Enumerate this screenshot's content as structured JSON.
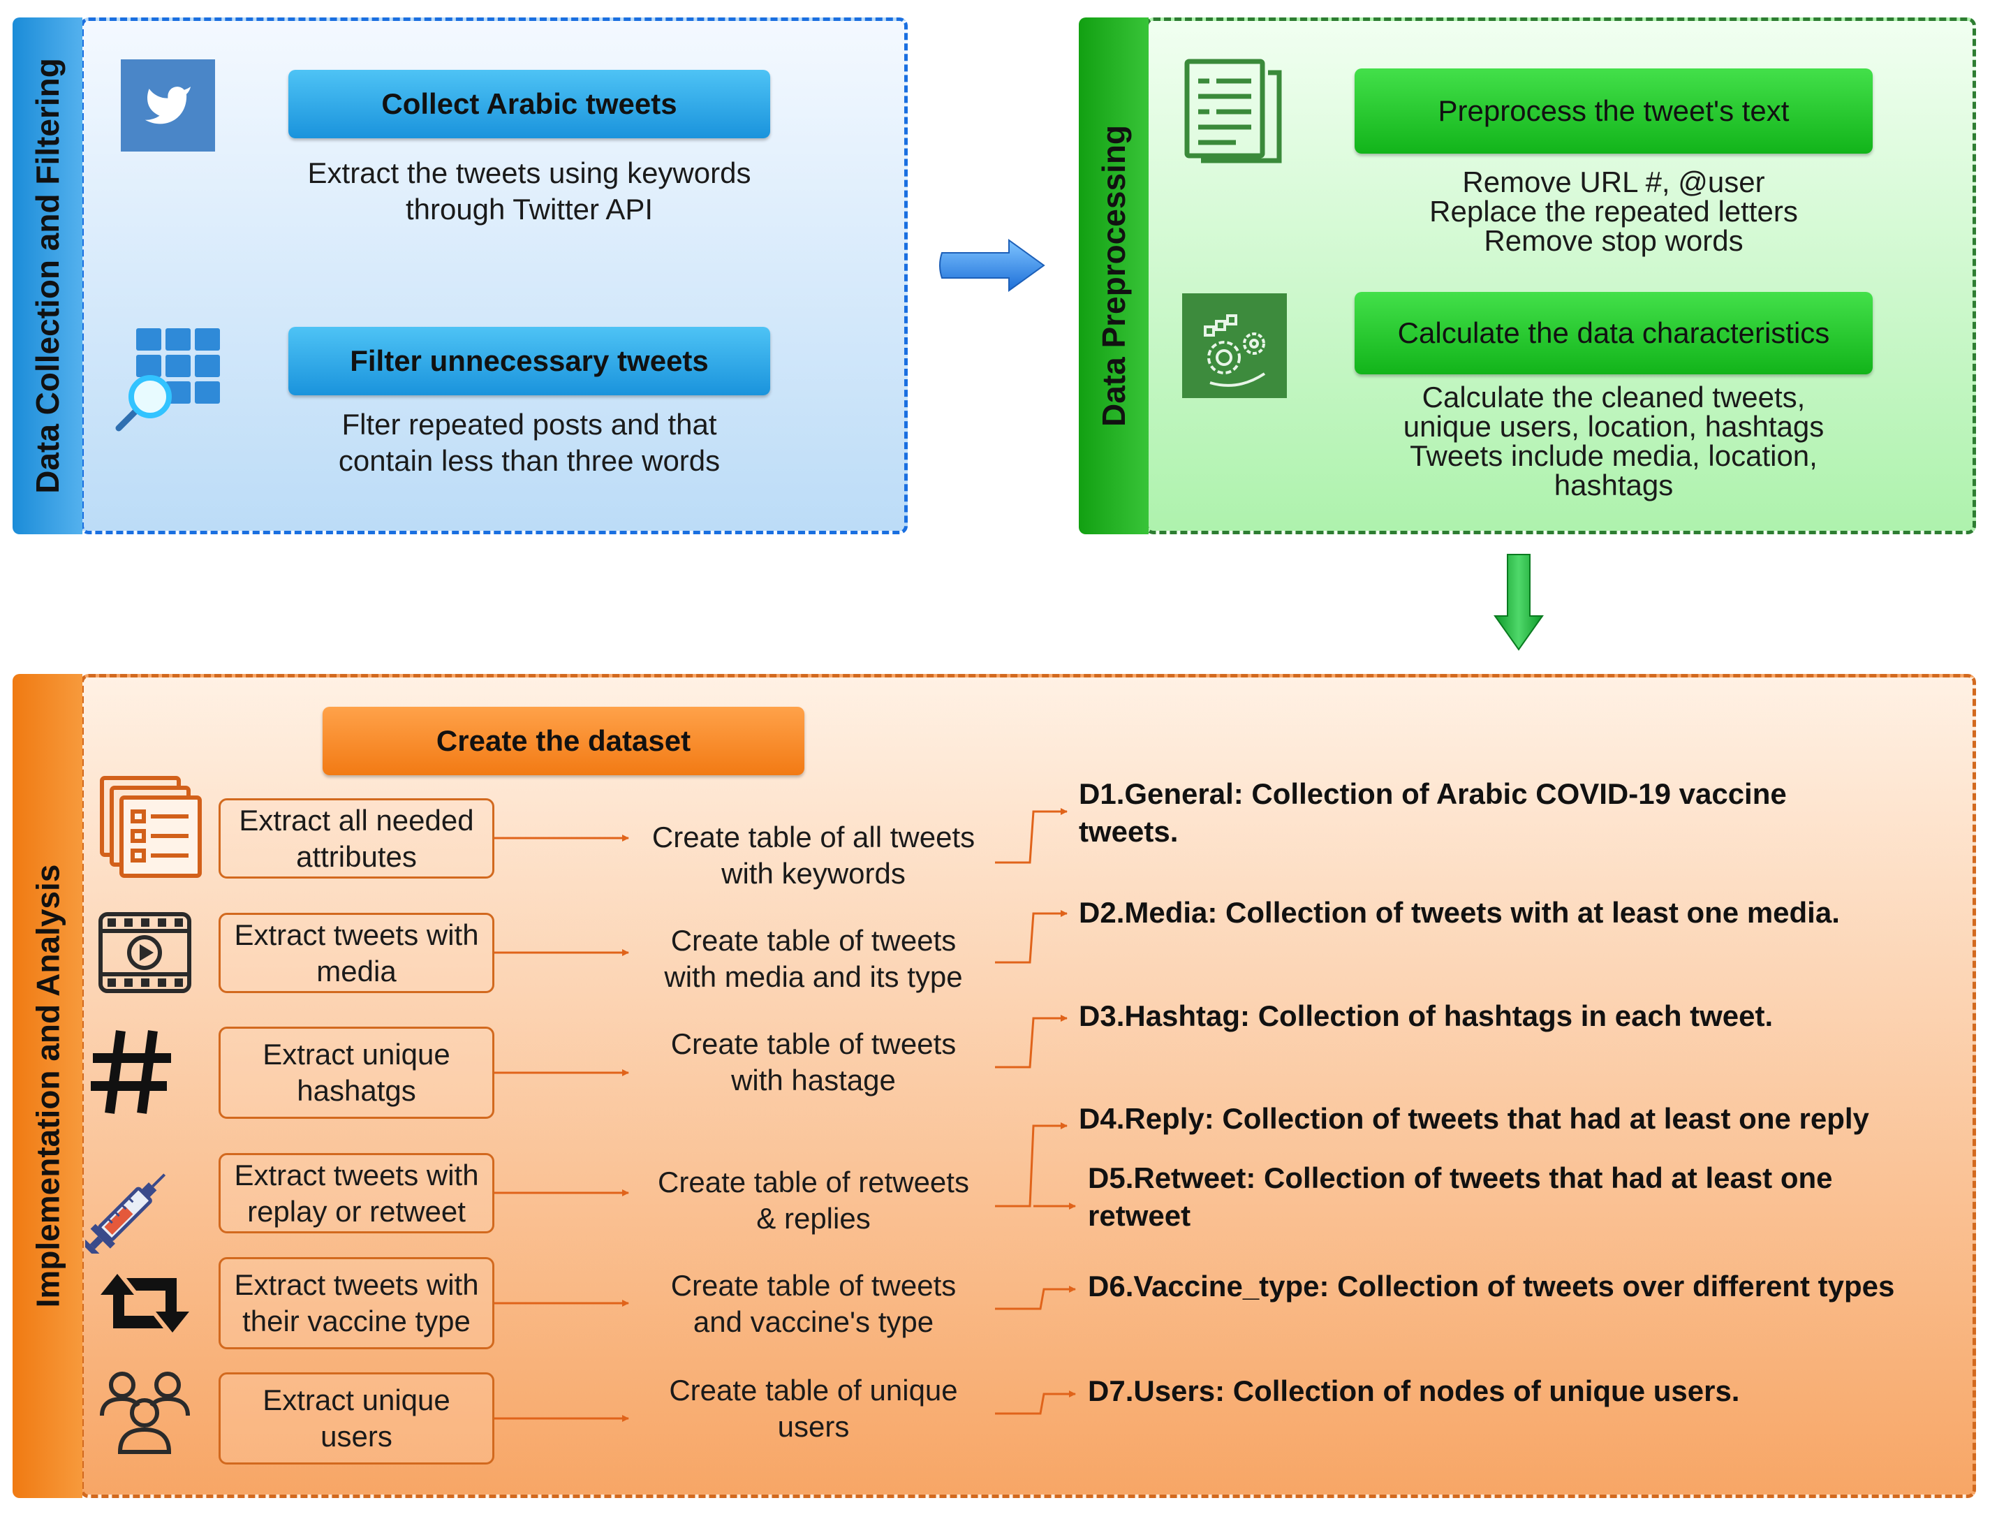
{
  "colors": {
    "blue_accent": "#1a86d8",
    "green_accent": "#1fae1f",
    "orange_accent": "#f07a12"
  },
  "blue_section": {
    "title": "Data Collection and Filtering",
    "step1": {
      "button": "Collect Arabic tweets",
      "desc_line1": "Extract the tweets using keywords",
      "desc_line2": "through Twitter API",
      "icon": "twitter-icon"
    },
    "step2": {
      "button": "Filter unnecessary tweets",
      "desc_line1": "Flter repeated posts and that",
      "desc_line2": "contain less than three words",
      "icon": "grid-search-icon"
    }
  },
  "green_section": {
    "title": "Data Preprocessing",
    "step1": {
      "button": "Preprocess the tweet's text",
      "lines": [
        "Remove URL #, @user",
        "Replace the repeated letters",
        "Remove stop words"
      ],
      "icon": "document-icon"
    },
    "step2": {
      "button": "Calculate the data characteristics",
      "lines": [
        "Calculate the cleaned tweets,",
        "unique users, location, hashtags",
        "Tweets include media, location,",
        "hashtags"
      ],
      "icon": "gears-icon"
    }
  },
  "orange_section": {
    "title": "Implementation and Analysis",
    "header_button": "Create the dataset",
    "rows": [
      {
        "icon": "attributes-icon",
        "extract": [
          "Extract all needed",
          "attributes"
        ],
        "create": [
          "Create table of all tweets",
          "with keywords"
        ]
      },
      {
        "icon": "media-icon",
        "extract": [
          "Extract tweets with",
          "media"
        ],
        "create": [
          "Create table of tweets",
          "with media and its type"
        ]
      },
      {
        "icon": "hashtag-icon",
        "extract": [
          "Extract unique",
          "hashatgs"
        ],
        "create": [
          "Create table of tweets",
          "with hastage"
        ]
      },
      {
        "icon": "syringe-icon",
        "extract": [
          "Extract tweets with",
          "replay or retweet"
        ],
        "create": [
          "Create table of retweets",
          "& replies"
        ]
      },
      {
        "icon": "retweet-icon",
        "extract": [
          "Extract tweets with",
          "their vaccine type"
        ],
        "create": [
          "Create table of tweets",
          "and vaccine's type"
        ]
      },
      {
        "icon": "users-icon",
        "extract": [
          "Extract unique",
          "users"
        ],
        "create": [
          "Create table of unique",
          "users"
        ]
      }
    ],
    "datasets": [
      {
        "line1": "D1.General: Collection of Arabic COVID-19 vaccine",
        "line2": "tweets."
      },
      {
        "line1": "D2.Media: Collection of tweets with at least one media.",
        "line2": ""
      },
      {
        "line1": "D3.Hashtag:  Collection of hashtags in each tweet.",
        "line2": ""
      },
      {
        "line1": "D4.Reply: Collection of tweets that had at least one reply",
        "line2": ""
      },
      {
        "line1": "D5.Retweet: Collection of tweets that had at least one",
        "line2": "retweet"
      },
      {
        "line1": "D6.Vaccine_type: Collection of tweets over different types",
        "line2": ""
      },
      {
        "line1": "D7.Users: Collection of nodes of unique users.",
        "line2": ""
      }
    ]
  }
}
